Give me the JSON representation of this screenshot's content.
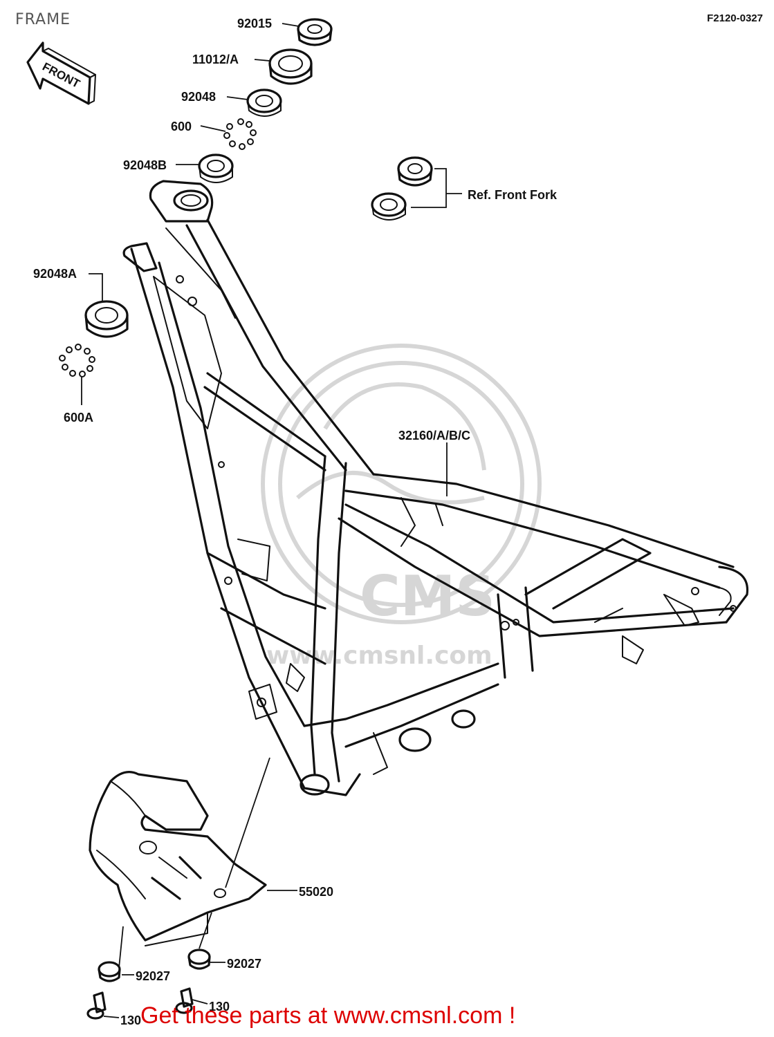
{
  "header": {
    "title": "FRAME",
    "diagram_code": "F2120-0327"
  },
  "direction_arrow": {
    "label": "FRONT"
  },
  "parts": {
    "p92015": "92015",
    "p11012": "11012/A",
    "p92048": "92048",
    "p600": "600",
    "p92048B": "92048B",
    "ref_front_fork": "Ref. Front Fork",
    "p92048A": "92048A",
    "p600A": "600A",
    "p32160": "32160/A/B/C",
    "p55020": "55020",
    "p92027_left": "92027",
    "p92027_right": "92027",
    "p130_left": "130",
    "p130_right": "130"
  },
  "watermark": {
    "brand": "CMS",
    "url": "www.cmsnl.com"
  },
  "promo": {
    "text": "Get these parts at www.cmsnl.com !"
  },
  "colors": {
    "promo": "#dd0000",
    "line_art": "#111111",
    "watermark": "#d2d2d2"
  }
}
